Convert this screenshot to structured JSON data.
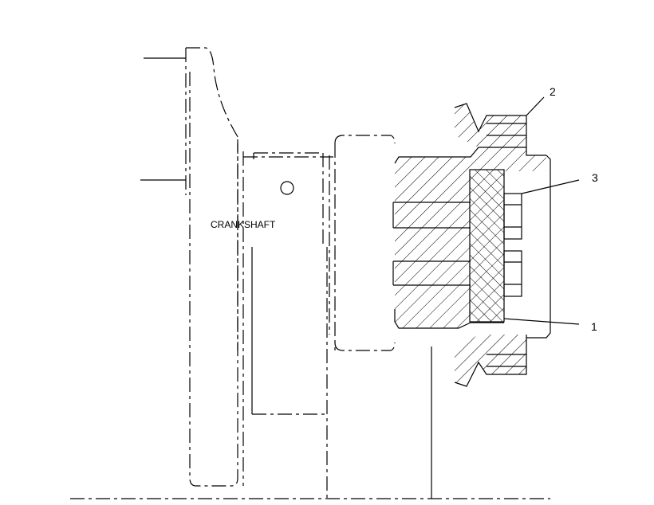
{
  "labels": {
    "crankshaft": "CRANKSHAFT",
    "callout_1": "1",
    "callout_2": "2",
    "callout_3": "3"
  },
  "colors": {
    "line": "#000000",
    "background": "#ffffff"
  }
}
